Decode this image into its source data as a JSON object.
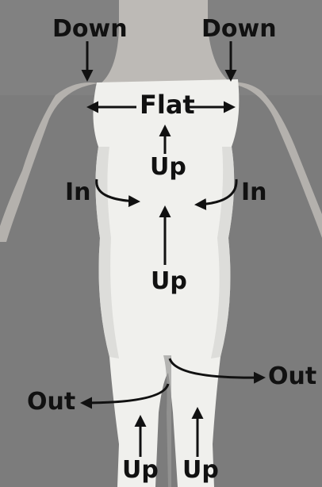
{
  "figure": {
    "labels": {
      "down_left": "Down",
      "down_right": "Down",
      "flat": "Flat",
      "up_chest": "Up",
      "in_left": "In",
      "in_right": "In",
      "up_torso": "Up",
      "out_right": "Out",
      "out_left": "Out",
      "up_leg_left": "Up",
      "up_leg_right": "Up"
    },
    "colors": {
      "background": "#7d7d7d",
      "skin": "#b9b6b3",
      "leotard": "#f1f1ef",
      "ink": "#111111"
    }
  }
}
